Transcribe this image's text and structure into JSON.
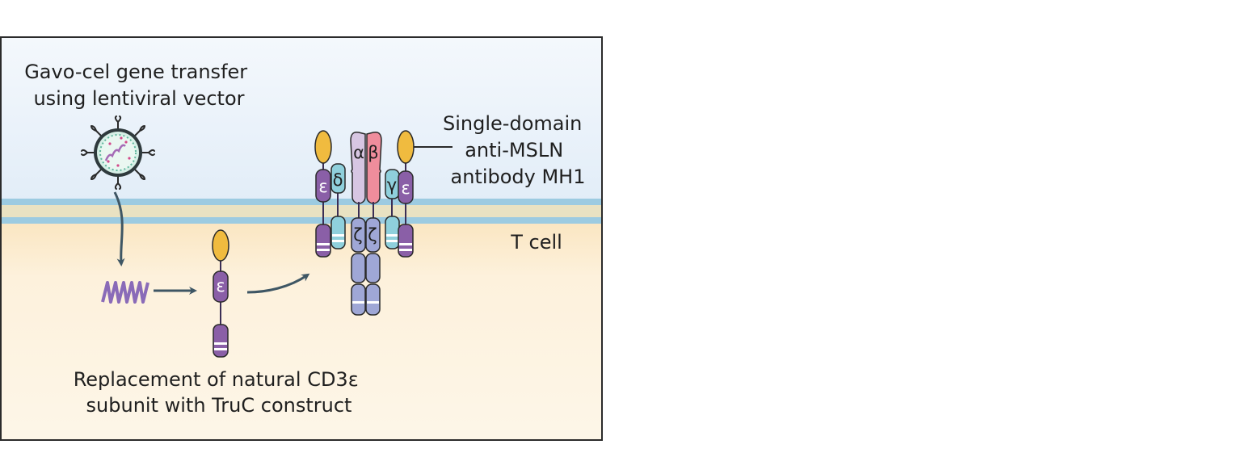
{
  "caption_vector": [
    "Gavo-cel gene transfer",
    "using lentiviral vector"
  ],
  "caption_antibody": [
    "Single-domain",
    "anti-MSLN",
    "antibody MH1"
  ],
  "caption_cell": "T cell",
  "caption_replacement": [
    "Replacement of natural  CD3ε",
    "subunit with TruC construct"
  ],
  "subunits": {
    "epsilon": "ε",
    "delta": "δ",
    "gamma": "γ",
    "alpha": "α",
    "beta": "β",
    "zeta": "ζ"
  },
  "colors": {
    "extracellular": "#e7f0f9",
    "cytoplasm": "#fdf3df",
    "membrane_blue": "#9ccbe1",
    "membrane_core": "#e9e2c2",
    "epsilon": "#8a5fa7",
    "antibody": "#f0bb3f",
    "delta_gamma": "#8fd0dc",
    "alpha": "#d7c6e2",
    "beta": "#ef8d9c",
    "zeta": "#9fa7d6",
    "arrow": "#3e5664"
  }
}
